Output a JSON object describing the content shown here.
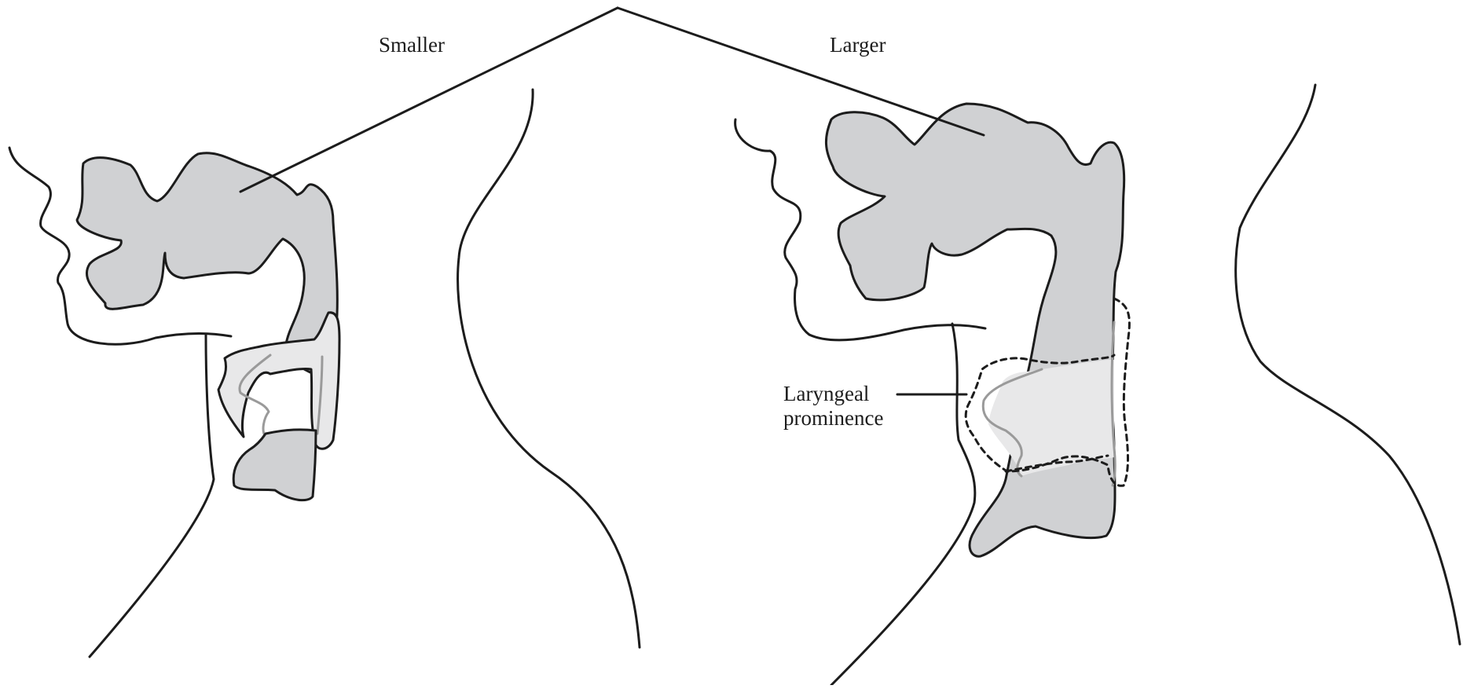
{
  "labels": {
    "smaller": "Smaller",
    "larger": "Larger",
    "laryngeal_line1": "Laryngeal",
    "laryngeal_line2": "prominence"
  },
  "colors": {
    "outline": "#1c1c1c",
    "airway_fill": "#d0d1d3",
    "larynx_fill": "#e8e8e9",
    "larynx_edge": "#9a9a9a"
  }
}
